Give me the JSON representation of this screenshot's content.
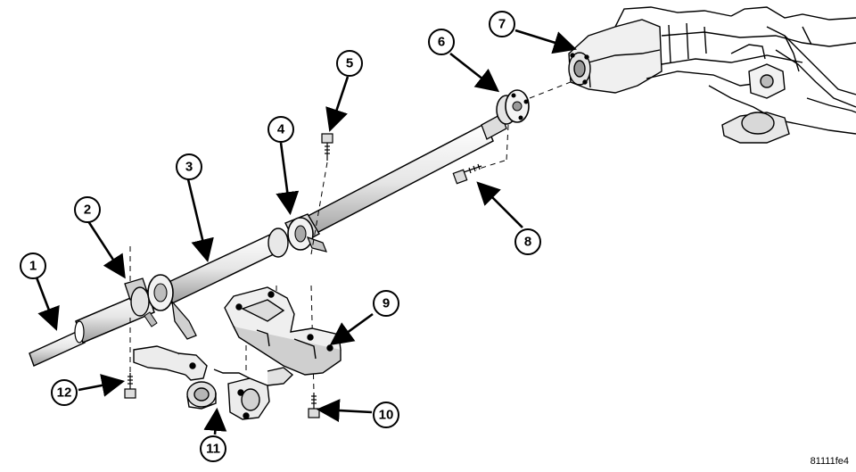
{
  "diagram": {
    "callouts": [
      "1",
      "2",
      "3",
      "4",
      "5",
      "6",
      "7",
      "8",
      "9",
      "10",
      "11",
      "12"
    ],
    "reference_code": "81111fe4"
  }
}
